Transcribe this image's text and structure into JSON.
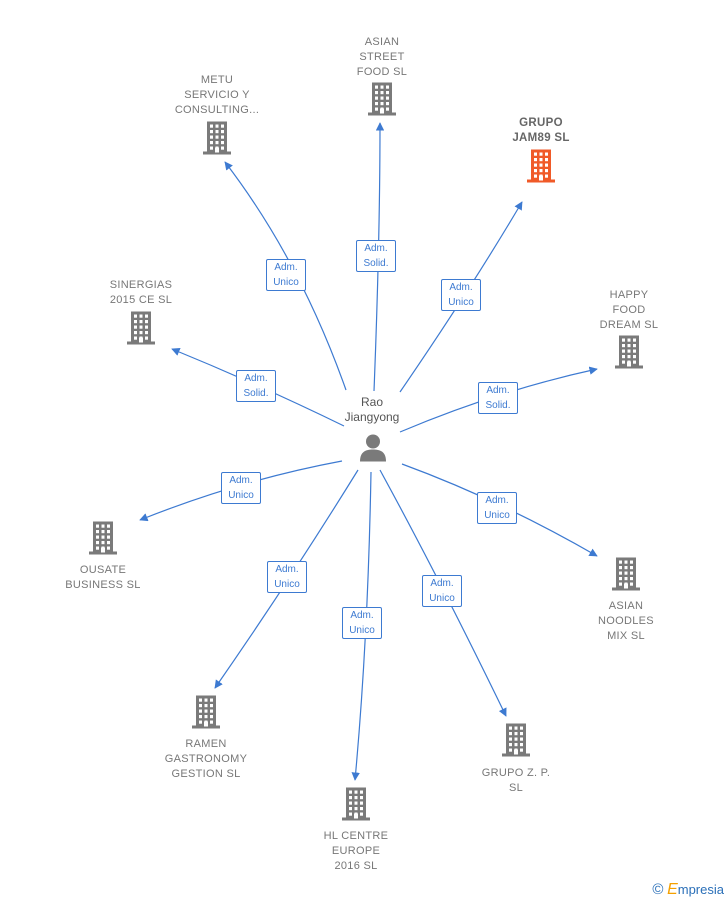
{
  "colors": {
    "edge": "#3d7ad1",
    "building": "#7a7a7a",
    "building_highlight": "#f05a28",
    "person": "#7a7a7a"
  },
  "center": {
    "name": "Rao\nJiangyong",
    "icon": "person-icon"
  },
  "companies": [
    {
      "name": "ASIAN\nSTREET\nFOOD  SL",
      "relation": "Adm.\nSolid.",
      "highlight": false,
      "icon": "building-icon"
    },
    {
      "name": "GRUPO\nJAM89  SL",
      "relation": "Adm.\nUnico",
      "highlight": true,
      "icon": "building-icon"
    },
    {
      "name": "HAPPY\nFOOD\nDREAM  SL",
      "relation": "Adm.\nSolid.",
      "highlight": false,
      "icon": "building-icon"
    },
    {
      "name": "ASIAN\nNOODLES\nMIX  SL",
      "relation": "Adm.\nUnico",
      "highlight": false,
      "icon": "building-icon"
    },
    {
      "name": "GRUPO Z. P.\nSL",
      "relation": "Adm.\nUnico",
      "highlight": false,
      "icon": "building-icon"
    },
    {
      "name": "HL CENTRE\nEUROPE\n2016  SL",
      "relation": "Adm.\nUnico",
      "highlight": false,
      "icon": "building-icon"
    },
    {
      "name": "RAMEN\nGASTRONOMY\nGESTION  SL",
      "relation": "Adm.\nUnico",
      "highlight": false,
      "icon": "building-icon"
    },
    {
      "name": "OUSATE\nBUSINESS  SL",
      "relation": "Adm.\nUnico",
      "highlight": false,
      "icon": "building-icon"
    },
    {
      "name": "SINERGIAS\n2015 CE  SL",
      "relation": "Adm.\nSolid.",
      "highlight": false,
      "icon": "building-icon"
    },
    {
      "name": "METU\nSERVICIO Y\nCONSULTING...",
      "relation": "Adm.\nUnico",
      "highlight": false,
      "icon": "building-icon"
    }
  ],
  "brand": {
    "copyright": "©",
    "e": "E",
    "rest": "mpresia"
  }
}
